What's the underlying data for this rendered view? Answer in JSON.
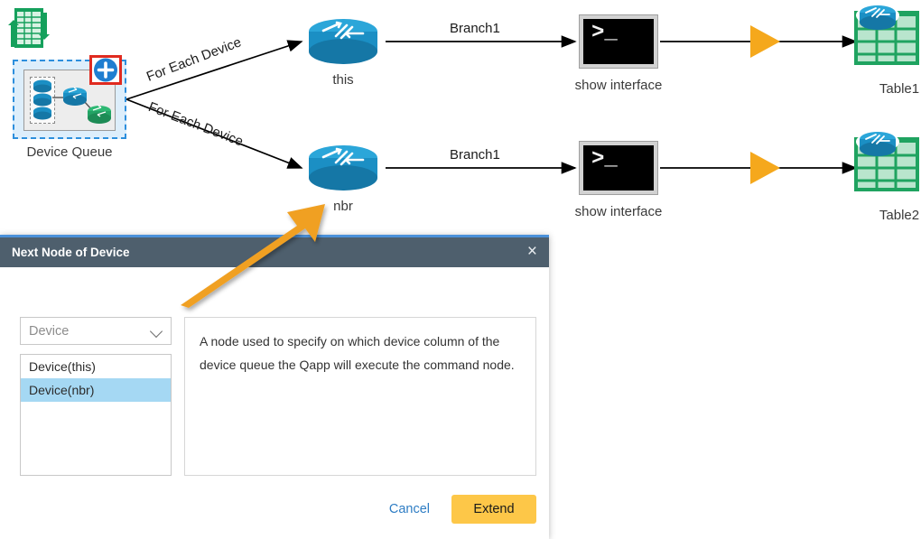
{
  "workflow": {
    "nodes": [
      {
        "id": "table-source",
        "type": "table-swap-icon",
        "label": ""
      },
      {
        "id": "device-queue",
        "type": "device-queue",
        "label": "Device Queue",
        "selected": true,
        "badge": "+"
      },
      {
        "id": "router-this",
        "type": "router",
        "label": "this"
      },
      {
        "id": "cmd-this",
        "type": "terminal",
        "label": "show interface",
        "prompt": ">_"
      },
      {
        "id": "table1",
        "type": "table",
        "label": "Table1"
      },
      {
        "id": "router-nbr",
        "type": "router",
        "label": "nbr"
      },
      {
        "id": "cmd-nbr",
        "type": "terminal",
        "label": "show interface",
        "prompt": ">_"
      },
      {
        "id": "table2",
        "type": "table",
        "label": "Table2"
      }
    ],
    "edges": [
      {
        "from": "device-queue",
        "to": "router-this",
        "label": "For Each Device"
      },
      {
        "from": "device-queue",
        "to": "router-nbr",
        "label": "For Each Device"
      },
      {
        "from": "router-this",
        "to": "cmd-this",
        "label": "Branch1"
      },
      {
        "from": "router-nbr",
        "to": "cmd-nbr",
        "label": "Branch1"
      },
      {
        "from": "cmd-this",
        "to": "table1",
        "label": ""
      },
      {
        "from": "cmd-nbr",
        "to": "table2",
        "label": ""
      }
    ]
  },
  "dialog": {
    "title": "Next Node of Device",
    "close_icon": "×",
    "select": {
      "value": "Device",
      "chevron_icon": "chevron-down-icon"
    },
    "options": [
      {
        "label": "Device(this)",
        "selected": false
      },
      {
        "label": "Device(nbr)",
        "selected": true
      }
    ],
    "description": "A node used to specify on which device column of the device queue the Qapp will execute the command node.",
    "buttons": {
      "cancel": "Cancel",
      "extend": "Extend"
    }
  },
  "colors": {
    "header_bg": "#4e5f6d",
    "header_accent": "#4a90d9",
    "option_selected": "#a5d8f3",
    "extend_button": "#fdc748",
    "cancel_link": "#2e7dc4",
    "router_blue": "#1b8fc4",
    "table_green": "#1fa360",
    "annotation_orange": "#f0a022",
    "selection_blue": "#2d8fdd",
    "badge_red": "#e02b20"
  }
}
